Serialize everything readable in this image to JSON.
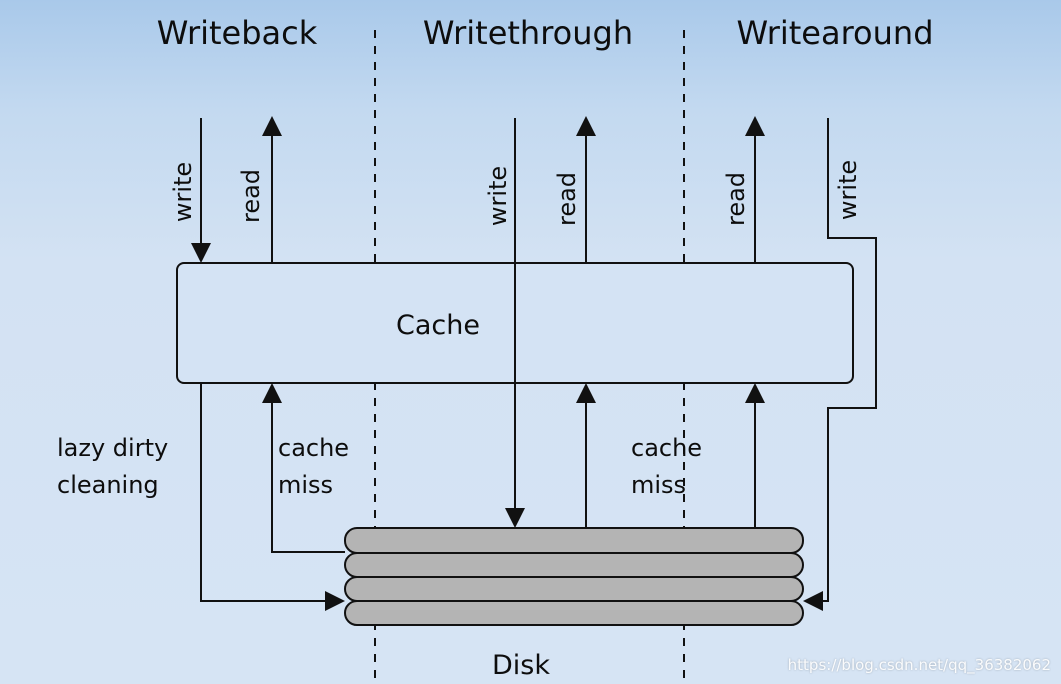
{
  "headers": {
    "writeback": "Writeback",
    "writethrough": "Writethrough",
    "writearound": "Writearound"
  },
  "cache": {
    "label": "Cache"
  },
  "disk": {
    "label": "Disk",
    "platter_count": 4
  },
  "arrows": {
    "write": "write",
    "read": "read"
  },
  "annotations": {
    "lazy_dirty_line1": "lazy dirty",
    "lazy_dirty_line2": "cleaning",
    "cache_miss_line1": "cache",
    "cache_miss_line2": "miss"
  },
  "watermark": "https://blog.csdn.net/qq_36382062",
  "colors": {
    "background_top": "#a9c9ea",
    "background_bottom": "#d6e4f4",
    "cache_fill": "#d4e3f4",
    "disk_fill": "#b4b4b4",
    "stroke": "#111111"
  }
}
